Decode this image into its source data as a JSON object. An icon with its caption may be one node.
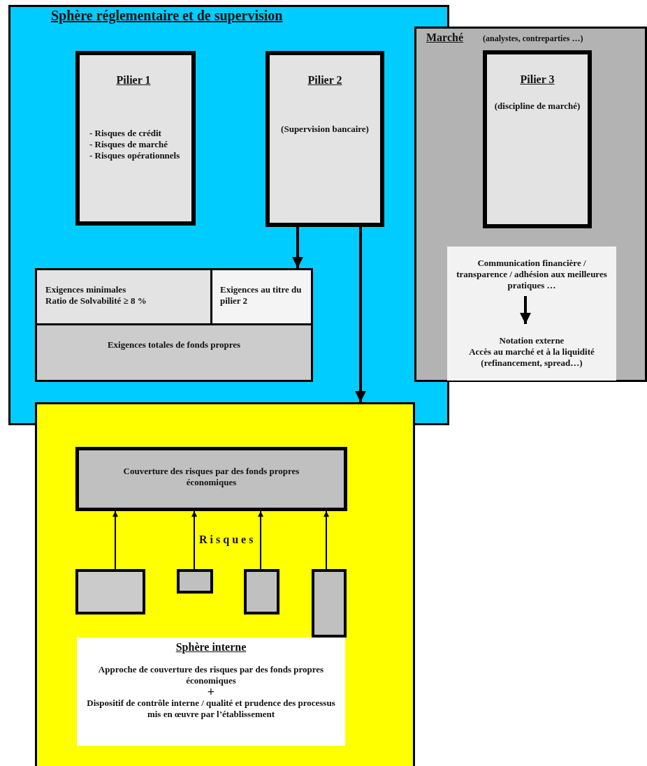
{
  "diagram": {
    "nodes": [
      {
        "text": [
          "Sphère réglementaire et de supervision"
        ]
      },
      {
        "text": [
          "Pilier 1",
          "- Risques de crédit",
          "- Risques de marché",
          "- Risques opérationnels"
        ],
        "in": 0
      },
      {
        "text": [
          "Pilier 2",
          "(Supervision bancaire)"
        ],
        "in": 0
      },
      {
        "text": [
          "Exigences minimales",
          "Ratio de Solvabilité ≥ 8 %"
        ],
        "in": 0
      },
      {
        "text": [
          "Exigences au titre du pilier 2"
        ],
        "in": 0
      },
      {
        "text": [
          "Exigences totales de fonds propres"
        ],
        "in": 0
      },
      {
        "text": [
          "Marché",
          "(analystes, contreparties …)"
        ]
      },
      {
        "text": [
          "Pilier 3",
          "(discipline de marché)"
        ],
        "in": 6
      },
      {
        "text": [
          "Communication financière / transparence / adhésion aux meilleures pratiques …"
        ],
        "in": 6
      },
      {
        "text": [
          "Notation externe",
          "Accès au marché et à la liquidité (refinancement, spread…)"
        ],
        "in": 6
      },
      {
        "text": [],
        "shape": "box"
      },
      {
        "text": [
          "Couverture des risques par des fonds propres économiques"
        ],
        "in": 10
      },
      {
        "text": [],
        "shape": "box",
        "in": 10
      },
      {
        "text": [],
        "shape": "box",
        "in": 10
      },
      {
        "text": [],
        "shape": "box",
        "in": 10
      },
      {
        "text": [],
        "shape": "box",
        "in": 10
      },
      {
        "text": [
          "Sphère interne",
          "Approche de couverture des risques par des fonds propres économiques",
          "+",
          "Dispositif de contrôle interne / qualité et prudence des processus mis en œuvre par l’établissement"
        ],
        "in": 10
      }
    ],
    "edges": [
      {
        "from": 2,
        "to": 4,
        "arrow": "to",
        "style": "thick"
      },
      {
        "from": 2,
        "to": 10,
        "arrow": "to",
        "style": "thick"
      },
      {
        "from": 8,
        "to": 9,
        "arrow": "to",
        "style": "thick"
      },
      {
        "from": 12,
        "to": 11,
        "arrow": "to"
      },
      {
        "from": 13,
        "to": 11,
        "arrow": "to"
      },
      {
        "from": 14,
        "to": 11,
        "arrow": "to"
      },
      {
        "from": 15,
        "to": 11,
        "arrow": "to"
      }
    ],
    "labels": [
      "Risques"
    ]
  }
}
